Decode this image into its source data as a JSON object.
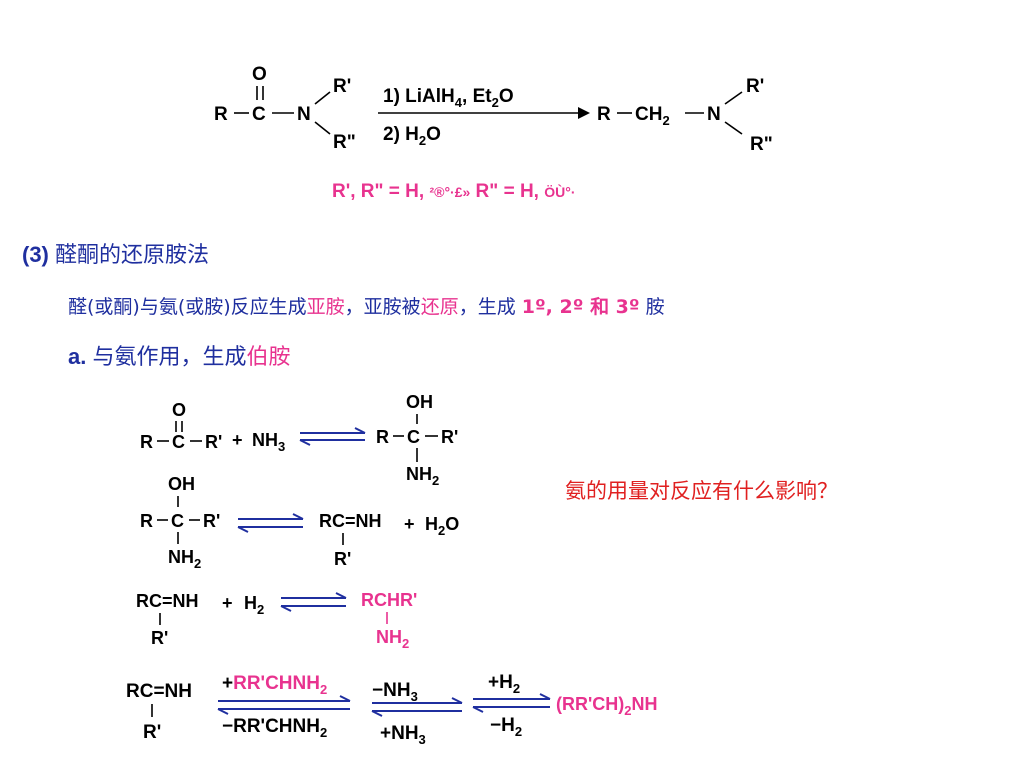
{
  "colors": {
    "black": "#000000",
    "pink": "#e8338f",
    "blue": "#1f2f9f",
    "red": "#e02020"
  },
  "reaction1": {
    "O": "O",
    "R": "R",
    "C": "C",
    "N": "N",
    "R1": "R'",
    "R2": "R\"",
    "cond1": "1) LiAlH",
    "cond1_sub": "4",
    "cond1_rest": ", Et",
    "cond1_sub2": "2",
    "cond1_end": "O",
    "cond2": "2) H",
    "cond2_sub": "2",
    "cond2_end": "O",
    "prod_R": "R",
    "prod_CH": "CH",
    "prod_CH_sub": "2",
    "prod_N": "N",
    "prod_R1": "R'",
    "prod_R2": "R\""
  },
  "note1": {
    "part1": "R', R\" = H, ",
    "garble1": "²®°·£»",
    "part2": "  R\" = H, ",
    "garble2": "ÖÙ°·"
  },
  "heading3": {
    "num": "(3) ",
    "text": "醛酮的还原胺法"
  },
  "intro": {
    "t1": "醛(或酮)与氨(或胺)反应生成",
    "t2": "亚胺",
    "t3": "，亚胺被",
    "t4": "还原",
    "t5": "，生成 ",
    "t6": "1º,  2º 和 3º",
    "t7": " 胺"
  },
  "sub_a": {
    "label": "a. ",
    "t1": "与氨作用，生成",
    "t2": "伯胺"
  },
  "question": "氨的用量对反应有什么影响？",
  "rxn_a": {
    "O": "O",
    "R": "R",
    "C": "C",
    "R1": "R'",
    "plus": "+",
    "NH": "NH",
    "NH_sub": "3",
    "OH": "OH",
    "NH2": "NH",
    "NH2_sub": "2"
  },
  "rxn_b": {
    "RC_NH": "RC=NH",
    "R1": "R'",
    "plus": "+",
    "H2O": "H",
    "H2O_sub": "2",
    "H2O_end": "O"
  },
  "rxn_c": {
    "H2": "H",
    "H2_sub": "2",
    "RCHR": "RCHR'",
    "NH2": "NH",
    "NH2_sub": "2"
  },
  "rxn_d": {
    "plus_amine": "RR'CHNH",
    "plus_amine_sub": "2",
    "minus_amine": "RR'CHNH",
    "minus_amine_sub": "2",
    "minus_nh3": "NH",
    "minus_nh3_sub": "3",
    "plus_nh3": "+NH",
    "plus_nh3_sub": "3",
    "plus_h2": "+H",
    "plus_h2_sub": "2",
    "minus_h2": "H",
    "minus_h2_sub": "2",
    "product": "(RR'CH)",
    "product_sub": "2",
    "product_end": "NH"
  }
}
